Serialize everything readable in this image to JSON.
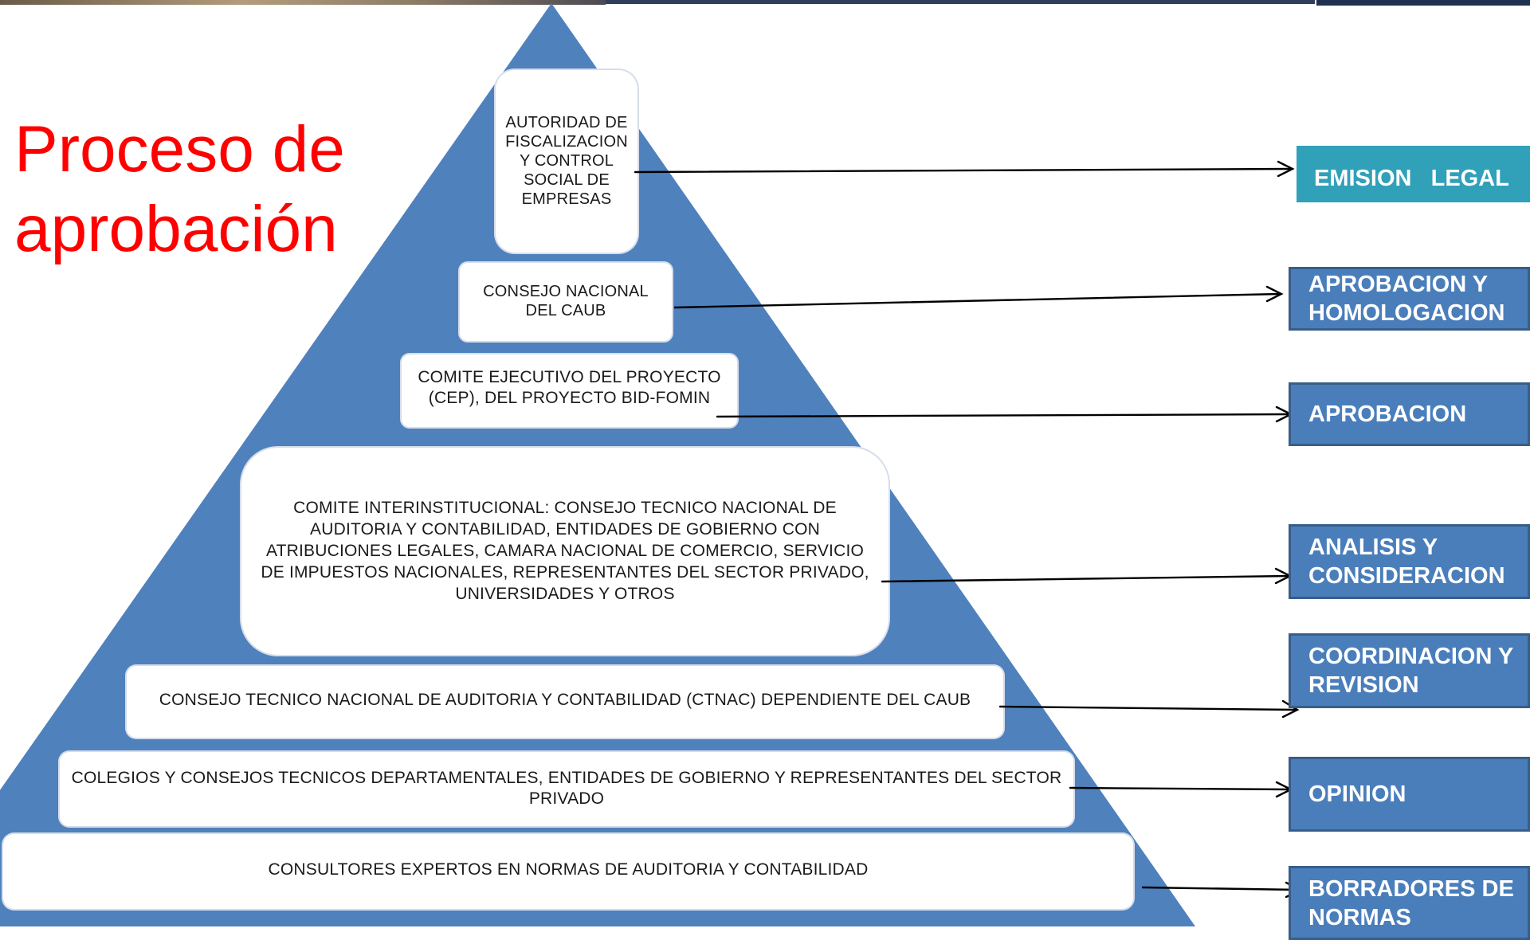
{
  "title": {
    "line1": "Proceso de",
    "line2": "aprobación"
  },
  "colors": {
    "pyramid": "#4f81bd",
    "title": "#ff0000",
    "stage_blue": "#4a7ebb",
    "stage_teal": "#31a0b9"
  },
  "levels": [
    {
      "text": "AUTORIDAD DE FISCALIZACION Y CONTROL SOCIAL DE EMPRESAS"
    },
    {
      "text": "CONSEJO NACIONAL DEL CAUB"
    },
    {
      "text": "COMITE EJECUTIVO DEL PROYECTO (CEP), DEL PROYECTO BID-FOMIN"
    },
    {
      "text": "COMITE INTERINSTITUCIONAL: CONSEJO TECNICO NACIONAL DE AUDITORIA Y CONTABILIDAD, ENTIDADES DE GOBIERNO CON ATRIBUCIONES LEGALES, CAMARA NACIONAL DE COMERCIO, SERVICIO DE IMPUESTOS NACIONALES, REPRESENTANTES DEL SECTOR PRIVADO, UNIVERSIDADES Y OTROS"
    },
    {
      "text": "CONSEJO TECNICO NACIONAL DE AUDITORIA Y CONTABILIDAD (CTNAC) DEPENDIENTE DEL CAUB"
    },
    {
      "text": "COLEGIOS Y CONSEJOS TECNICOS DEPARTAMENTALES, ENTIDADES DE GOBIERNO Y REPRESENTANTES DEL SECTOR PRIVADO"
    },
    {
      "text": "CONSULTORES EXPERTOS EN NORMAS DE AUDITORIA Y CONTABILIDAD"
    }
  ],
  "stages": [
    {
      "label": "EMISION   LEGAL"
    },
    {
      "label": "APROBACION Y HOMOLOGACION"
    },
    {
      "label": "APROBACION"
    },
    {
      "label": "ANALISIS Y CONSIDERACION"
    },
    {
      "label": "COORDINACION Y REVISION"
    },
    {
      "label": "OPINION"
    },
    {
      "label": "BORRADORES DE  NORMAS"
    }
  ]
}
